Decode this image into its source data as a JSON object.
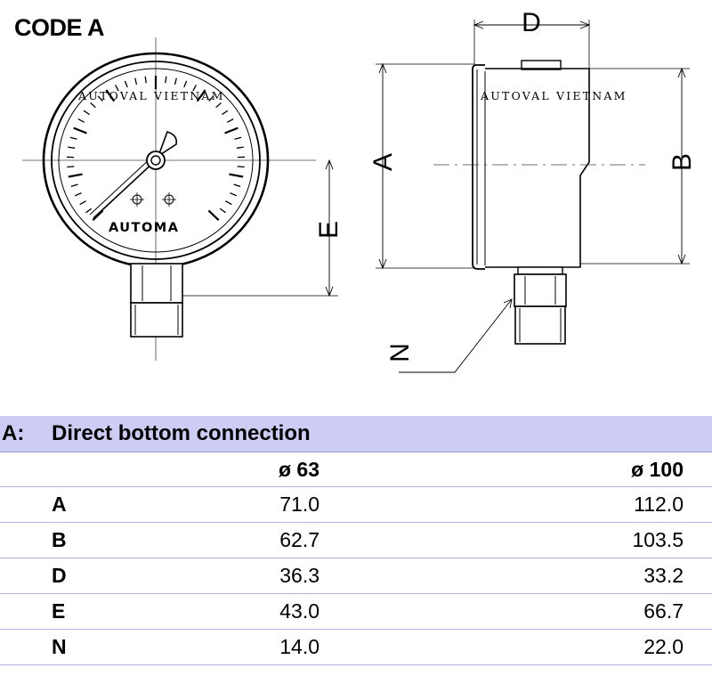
{
  "code_title": "CODE A",
  "gauge": {
    "brand_text": "AUTOVAL VIETNAM",
    "dial_label": "AUTOMA"
  },
  "side_view": {
    "brand_text": "AUTOVAL VIETNAM"
  },
  "dimension_labels": {
    "A": "A",
    "B": "B",
    "D": "D",
    "E": "E",
    "N": "N"
  },
  "table": {
    "title_key": "A:",
    "title": "Direct bottom connection",
    "columns": [
      "",
      "ø 63",
      "ø 100"
    ],
    "rows": [
      {
        "label": "A",
        "d63": "71.0",
        "d100": "112.0"
      },
      {
        "label": "B",
        "d63": "62.7",
        "d100": "103.5"
      },
      {
        "label": "D",
        "d63": "36.3",
        "d100": "33.2"
      },
      {
        "label": "E",
        "d63": "43.0",
        "d100": "66.7"
      },
      {
        "label": "N",
        "d63": "14.0",
        "d100": "22.0"
      }
    ]
  }
}
